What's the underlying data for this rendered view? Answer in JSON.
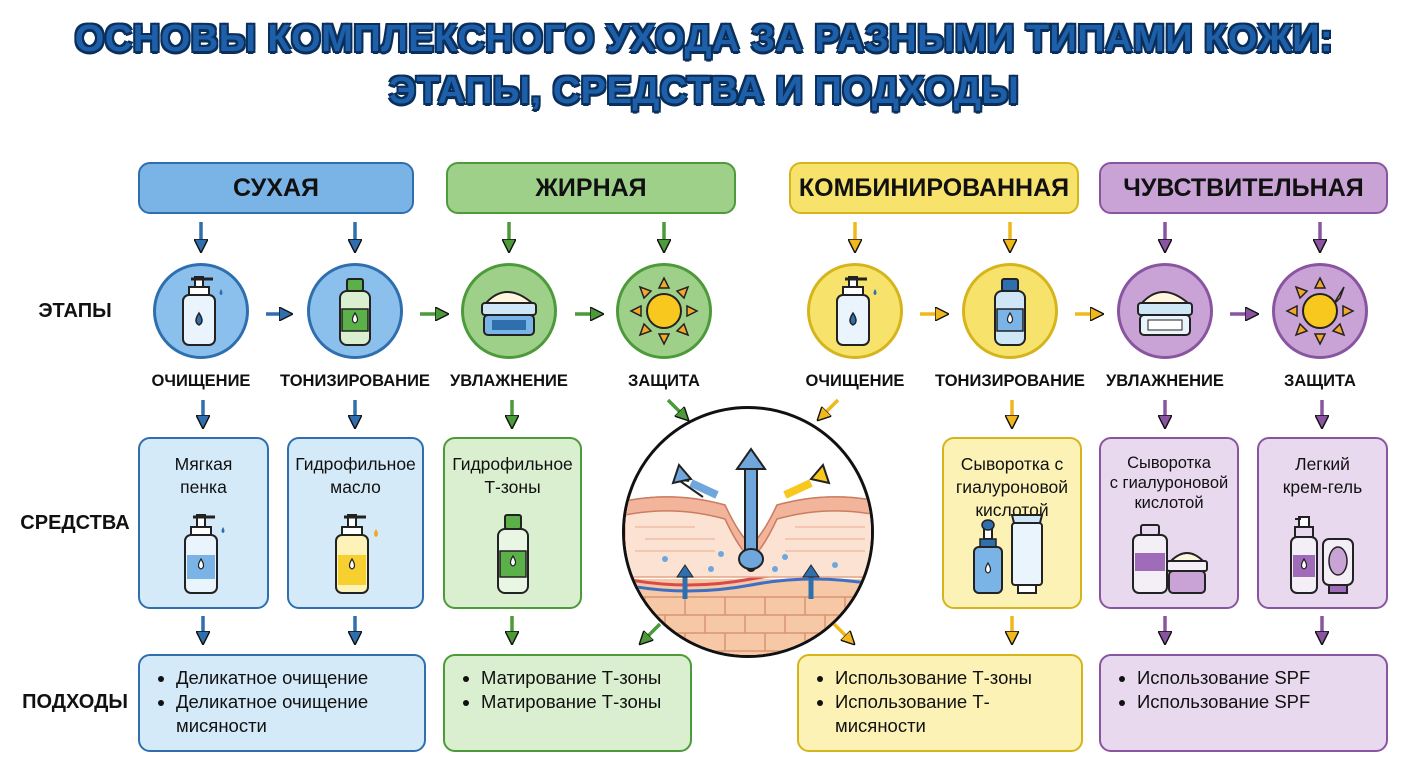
{
  "title": {
    "line1": "ОСНОВЫ КОМПЛЕКСНОГО УХОДА ЗА РАЗНЫМИ ТИПАМИ КОЖИ:",
    "line2": "ЭТАПЫ, СРЕДСТВА И ПОДХОДЫ"
  },
  "row_labels": {
    "stages": "ЭТАПЫ",
    "tools": "СРЕДСТВА",
    "approaches": "ПОДХОДЫ"
  },
  "skin_types": [
    {
      "label": "СУХАЯ",
      "color": "#7ab4e6",
      "border": "#2f6fae",
      "light": "#d4eaf8"
    },
    {
      "label": "ЖИРНАЯ",
      "color": "#9fd08a",
      "border": "#4d9a3a",
      "light": "#d9efcf"
    },
    {
      "label": "КОМБИНИРОВАННАЯ",
      "color": "#f7e36b",
      "border": "#d6b41c",
      "light": "#fcf2b6"
    },
    {
      "label": "ЧУВСТВИТЕЛЬНАЯ",
      "color": "#c9a3d6",
      "border": "#8a55a0",
      "light": "#e9d9ef"
    }
  ],
  "stages": [
    {
      "label": "ОЧИЩЕНИЕ",
      "icon": "pump-bottle-icon"
    },
    {
      "label": "ТОНИЗИРОВАНИЕ",
      "icon": "toner-bottle-icon"
    },
    {
      "label": "УВЛАЖНЕНИЕ",
      "icon": "cream-jar-icon"
    },
    {
      "label": "ЗАЩИТА",
      "icon": "sun-icon"
    },
    {
      "label": "ОЧИЩЕНИЕ",
      "icon": "pump-bottle-icon"
    },
    {
      "label": "ТОНИЗИРОВАНИЕ",
      "icon": "toner-bottle-icon"
    },
    {
      "label": "УВЛАЖНЕНИЕ",
      "icon": "cream-jar-icon"
    },
    {
      "label": "ЗАЩИТА",
      "icon": "sun-icon"
    }
  ],
  "tools": [
    {
      "text": "Мягкая\nпенка",
      "icon": "pump-bottle-icon"
    },
    {
      "text": "Гидрофильное\nмасло",
      "icon": "oil-pump-icon"
    },
    {
      "text": "Гидрофильное\nТ-зоны",
      "icon": "toner-bottle-icon"
    },
    {
      "text": "Сыворотка с\nгиалуроновой\nкислотой",
      "icon": "serum-and-tube-icon"
    },
    {
      "text": "Сыворотка\nс гиалуроновой\nкислотой",
      "icon": "bottle-and-jar-icon"
    },
    {
      "text": "Легкий\nкрем-гель",
      "icon": "spray-and-tube-icon"
    }
  ],
  "approaches": [
    {
      "items": [
        "Деликатное очищение",
        "Деликатное очищение мисяности"
      ]
    },
    {
      "items": [
        "Матирование Т-зоны",
        "Матирование Т-зоны"
      ]
    },
    {
      "items": [
        "Использование Т-зоны",
        "Использование Т-мисяности"
      ]
    },
    {
      "items": [
        "Использование SPF",
        "Использование SPF"
      ]
    }
  ]
}
